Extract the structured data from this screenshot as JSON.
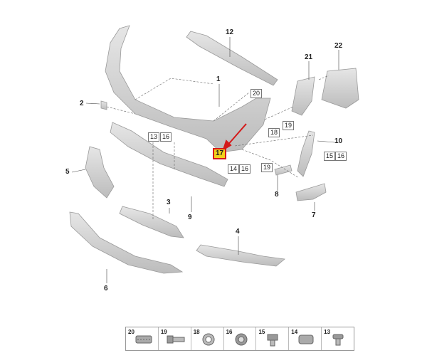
{
  "callouts": {
    "c1": "1",
    "c2": "2",
    "c3": "3",
    "c4": "4",
    "c5": "5",
    "c6": "6",
    "c7": "7",
    "c8": "8",
    "c9": "9",
    "c10": "10",
    "c12": "12",
    "c21": "21",
    "c22": "22"
  },
  "highlight": "17",
  "boxes": {
    "b13a": "13",
    "b16a": "16",
    "b20": "20",
    "b18": "18",
    "b19a": "19",
    "b14": "14",
    "b16b": "16",
    "b19b": "19",
    "b15": "15",
    "b16c": "16"
  },
  "legend": [
    {
      "num": "20"
    },
    {
      "num": "19"
    },
    {
      "num": "18"
    },
    {
      "num": "16"
    },
    {
      "num": "15"
    },
    {
      "num": "14"
    },
    {
      "num": "13"
    }
  ],
  "colors": {
    "highlight_fill": "#f2d21b",
    "highlight_border": "#d41a1a",
    "arrow": "#d41a1a"
  }
}
